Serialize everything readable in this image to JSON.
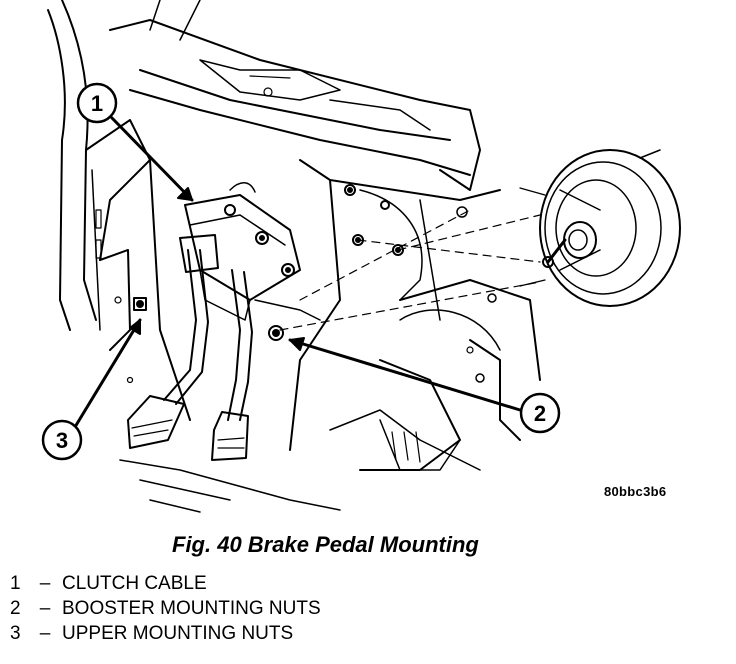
{
  "figure": {
    "code": "80bbc3b6",
    "caption": "Fig. 40 Brake Pedal Mounting"
  },
  "callouts": [
    "1",
    "2",
    "3"
  ],
  "legend": [
    {
      "number": "1",
      "dash": "–",
      "text": "CLUTCH CABLE"
    },
    {
      "number": "2",
      "dash": "–",
      "text": "BOOSTER MOUNTING NUTS"
    },
    {
      "number": "3",
      "dash": "–",
      "text": "UPPER MOUNTING NUTS"
    }
  ]
}
